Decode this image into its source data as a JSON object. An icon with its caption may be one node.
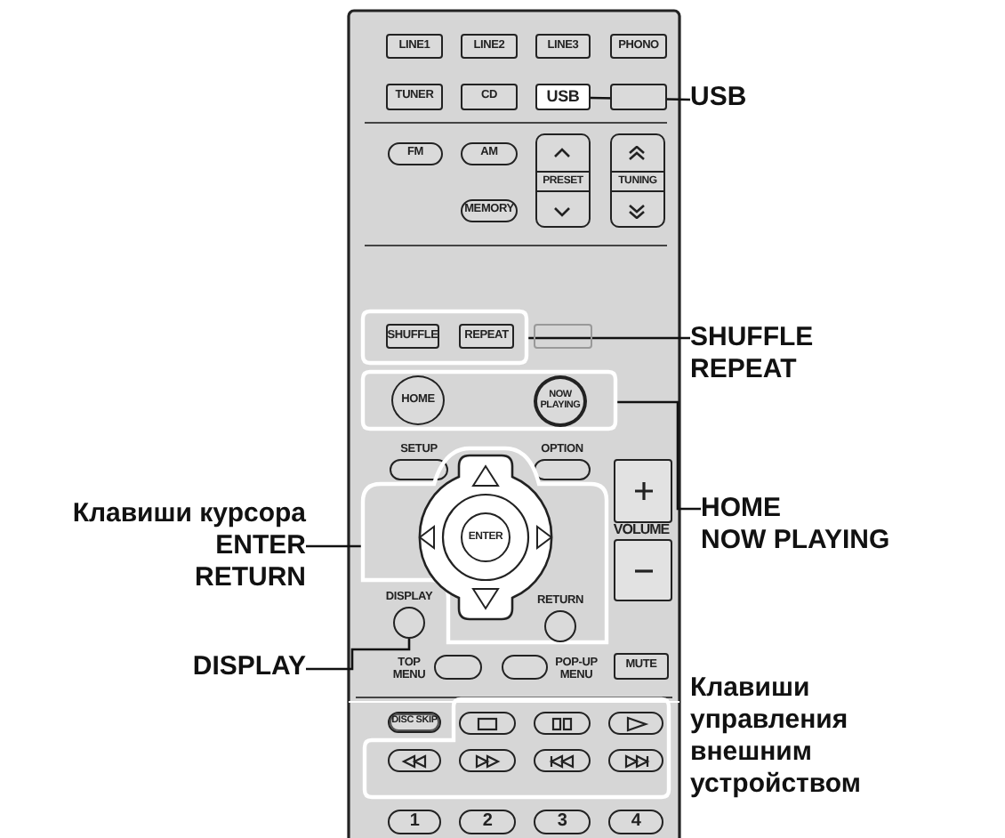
{
  "diagram": {
    "nodes": [
      {
        "text": [
          "LINE1"
        ]
      },
      {
        "text": [
          "LINE2"
        ]
      },
      {
        "text": [
          "LINE3"
        ]
      },
      {
        "text": [
          "PHONO"
        ]
      },
      {
        "text": [
          "TUNER"
        ]
      },
      {
        "text": [
          "CD"
        ]
      },
      {
        "text": [
          "USB"
        ]
      },
      {
        "text": [],
        "shape": "box"
      },
      {
        "text": [
          "FM"
        ]
      },
      {
        "text": [
          "AM"
        ]
      },
      {
        "text": [
          "PRESET"
        ]
      },
      {
        "text": [
          "TUNING"
        ]
      },
      {
        "text": [
          "MEMORY"
        ]
      },
      {
        "text": [],
        "shape": "box"
      },
      {
        "text": [
          "SHUFFLE"
        ],
        "in": 13
      },
      {
        "text": [
          "REPEAT"
        ],
        "in": 13
      },
      {
        "text": [],
        "shape": "box"
      },
      {
        "text": [],
        "shape": "box"
      },
      {
        "text": [
          "HOME"
        ],
        "in": 17
      },
      {
        "text": [
          "NOW PLAYING"
        ],
        "in": 17
      },
      {
        "text": [
          "SETUP"
        ]
      },
      {
        "text": [
          "OPTION"
        ]
      },
      {
        "text": [],
        "shape": "box"
      },
      {
        "text": [
          "ENTER"
        ],
        "in": 22
      },
      {
        "text": [
          "VOLUME"
        ]
      },
      {
        "text": [
          "RETURN"
        ],
        "in": 22
      },
      {
        "text": [
          "DISPLAY"
        ]
      },
      {
        "text": [
          "TOP MENU"
        ]
      },
      {
        "text": [
          "POP-UP MENU"
        ]
      },
      {
        "text": [
          "MUTE"
        ]
      },
      {
        "text": [
          "DISC SKIP"
        ]
      },
      {
        "text": [],
        "shape": "box"
      },
      {
        "text": [],
        "shape": "box",
        "in": 31
      },
      {
        "text": [],
        "shape": "box",
        "in": 31
      },
      {
        "text": [],
        "shape": "box",
        "in": 31
      },
      {
        "text": [],
        "shape": "box",
        "in": 31
      },
      {
        "text": [],
        "shape": "box",
        "in": 31
      },
      {
        "text": [],
        "shape": "box",
        "in": 31
      },
      {
        "text": [],
        "shape": "box",
        "in": 31
      },
      {
        "text": [
          "1"
        ]
      },
      {
        "text": [
          "2"
        ]
      },
      {
        "text": [
          "3"
        ]
      },
      {
        "text": [
          "4"
        ]
      },
      {
        "text": [
          "USB"
        ]
      },
      {
        "text": [
          "SHUFFLE",
          "REPEAT"
        ]
      },
      {
        "text": [
          "HOME",
          "NOW PLAYING"
        ]
      },
      {
        "text": [
          "Клавиши курсора",
          "ENTER",
          "RETURN"
        ]
      },
      {
        "text": [
          "DISPLAY"
        ]
      }
    ],
    "edges": [
      {
        "from": 43,
        "to": 6,
        "arrow": "none"
      },
      {
        "from": 44,
        "to": 13,
        "arrow": "none"
      },
      {
        "from": 45,
        "to": 17,
        "arrow": "none"
      },
      {
        "from": 46,
        "to": 22,
        "arrow": "none"
      },
      {
        "from": 47,
        "to": 26,
        "arrow": "none"
      }
    ],
    "labels": [
      "Клавиши управления внешним устройством"
    ]
  }
}
